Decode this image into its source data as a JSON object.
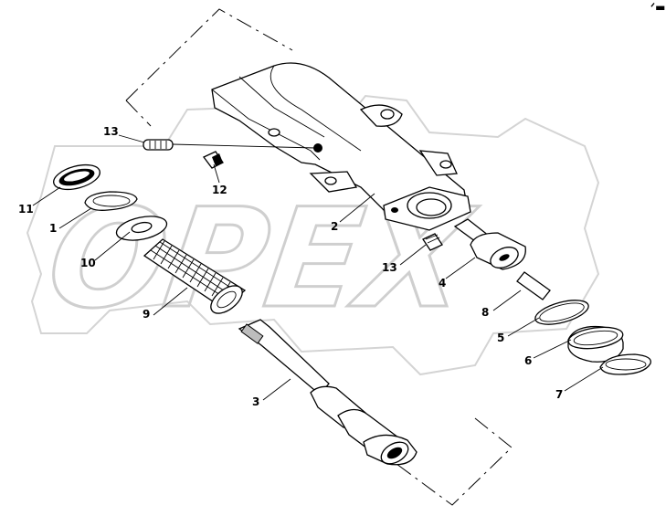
{
  "diagram": {
    "watermark_text": "OPEX",
    "corner_mark": "ᐟ▬",
    "callouts": [
      {
        "id": "c11",
        "label": "11"
      },
      {
        "id": "c1",
        "label": "1"
      },
      {
        "id": "c10",
        "label": "10"
      },
      {
        "id": "c13a",
        "label": "13"
      },
      {
        "id": "c12",
        "label": "12"
      },
      {
        "id": "c9",
        "label": "9"
      },
      {
        "id": "c2",
        "label": "2"
      },
      {
        "id": "c13b",
        "label": "13"
      },
      {
        "id": "c4",
        "label": "4"
      },
      {
        "id": "c8",
        "label": "8"
      },
      {
        "id": "c5",
        "label": "5"
      },
      {
        "id": "c6",
        "label": "6"
      },
      {
        "id": "c7",
        "label": "7"
      },
      {
        "id": "c3",
        "label": "3"
      }
    ]
  }
}
